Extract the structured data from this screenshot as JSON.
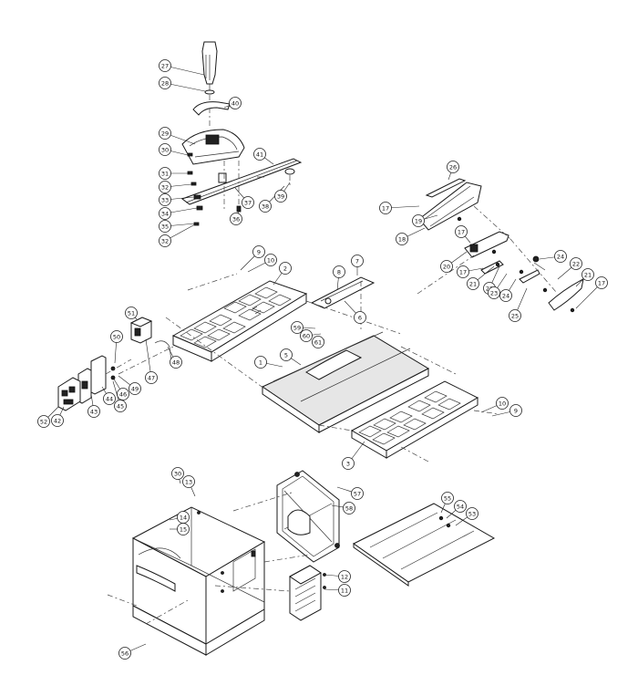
{
  "callouts": [
    {
      "id": "c27",
      "label": "27"
    },
    {
      "id": "c28",
      "label": "28"
    },
    {
      "id": "c40",
      "label": "40"
    },
    {
      "id": "c29",
      "label": "29"
    },
    {
      "id": "c30",
      "label": "30"
    },
    {
      "id": "c41",
      "label": "41"
    },
    {
      "id": "c31",
      "label": "31"
    },
    {
      "id": "c32a",
      "label": "32"
    },
    {
      "id": "c33",
      "label": "33"
    },
    {
      "id": "c34",
      "label": "34"
    },
    {
      "id": "c35",
      "label": "35"
    },
    {
      "id": "c32b",
      "label": "32"
    },
    {
      "id": "c36",
      "label": "36"
    },
    {
      "id": "c37",
      "label": "37"
    },
    {
      "id": "c38",
      "label": "38"
    },
    {
      "id": "c39",
      "label": "39"
    },
    {
      "id": "c26",
      "label": "26"
    },
    {
      "id": "c17a",
      "label": "17"
    },
    {
      "id": "c18",
      "label": "18"
    },
    {
      "id": "c19",
      "label": "19"
    },
    {
      "id": "c17b",
      "label": "17"
    },
    {
      "id": "c20",
      "label": "20"
    },
    {
      "id": "c17c",
      "label": "17"
    },
    {
      "id": "c21a",
      "label": "21"
    },
    {
      "id": "c22a",
      "label": "22"
    },
    {
      "id": "c23",
      "label": "23"
    },
    {
      "id": "c24a",
      "label": "24"
    },
    {
      "id": "c25",
      "label": "25"
    },
    {
      "id": "c24b",
      "label": "24"
    },
    {
      "id": "c22b",
      "label": "22"
    },
    {
      "id": "c21b",
      "label": "21"
    },
    {
      "id": "c17d",
      "label": "17"
    },
    {
      "id": "c9a",
      "label": "9"
    },
    {
      "id": "c10a",
      "label": "10"
    },
    {
      "id": "c2",
      "label": "2"
    },
    {
      "id": "c8",
      "label": "8"
    },
    {
      "id": "c7",
      "label": "7"
    },
    {
      "id": "c6",
      "label": "6"
    },
    {
      "id": "c51",
      "label": "51"
    },
    {
      "id": "c59",
      "label": "59"
    },
    {
      "id": "c60",
      "label": "60"
    },
    {
      "id": "c61",
      "label": "61"
    },
    {
      "id": "c5",
      "label": "5"
    },
    {
      "id": "c50",
      "label": "50"
    },
    {
      "id": "c47",
      "label": "47"
    },
    {
      "id": "c48",
      "label": "48"
    },
    {
      "id": "c1",
      "label": "1"
    },
    {
      "id": "c49",
      "label": "49"
    },
    {
      "id": "c46",
      "label": "46"
    },
    {
      "id": "c45",
      "label": "45"
    },
    {
      "id": "c44",
      "label": "44"
    },
    {
      "id": "c43",
      "label": "43"
    },
    {
      "id": "c42",
      "label": "42"
    },
    {
      "id": "c52",
      "label": "52"
    },
    {
      "id": "c10b",
      "label": "10"
    },
    {
      "id": "c9b",
      "label": "9"
    },
    {
      "id": "c3",
      "label": "3"
    },
    {
      "id": "c30b",
      "label": "30"
    },
    {
      "id": "c13",
      "label": "13"
    },
    {
      "id": "c57",
      "label": "57"
    },
    {
      "id": "c58",
      "label": "58"
    },
    {
      "id": "c55",
      "label": "55"
    },
    {
      "id": "c54",
      "label": "54"
    },
    {
      "id": "c53",
      "label": "53"
    },
    {
      "id": "c14",
      "label": "14"
    },
    {
      "id": "c15",
      "label": "15"
    },
    {
      "id": "c12",
      "label": "12"
    },
    {
      "id": "c11",
      "label": "11"
    },
    {
      "id": "c56",
      "label": "56"
    }
  ]
}
